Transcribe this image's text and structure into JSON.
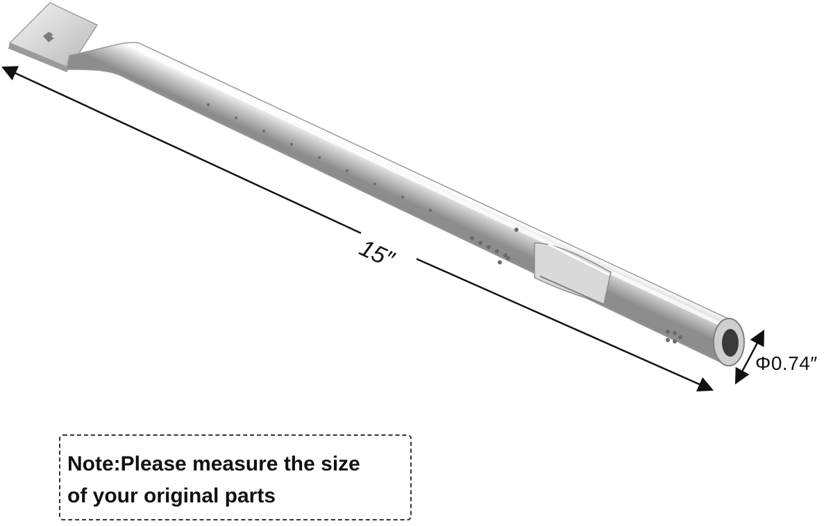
{
  "dimensions": {
    "length": "15″",
    "diameter": "Φ0.74″"
  },
  "note": {
    "line1": "Note:Please measure the size",
    "line2": "of your original parts"
  },
  "colors": {
    "background": "#ffffff",
    "steel_light": "#f2f2f2",
    "steel_mid": "#bdbdbd",
    "steel_dark": "#8a8a8a",
    "line": "#111111"
  }
}
